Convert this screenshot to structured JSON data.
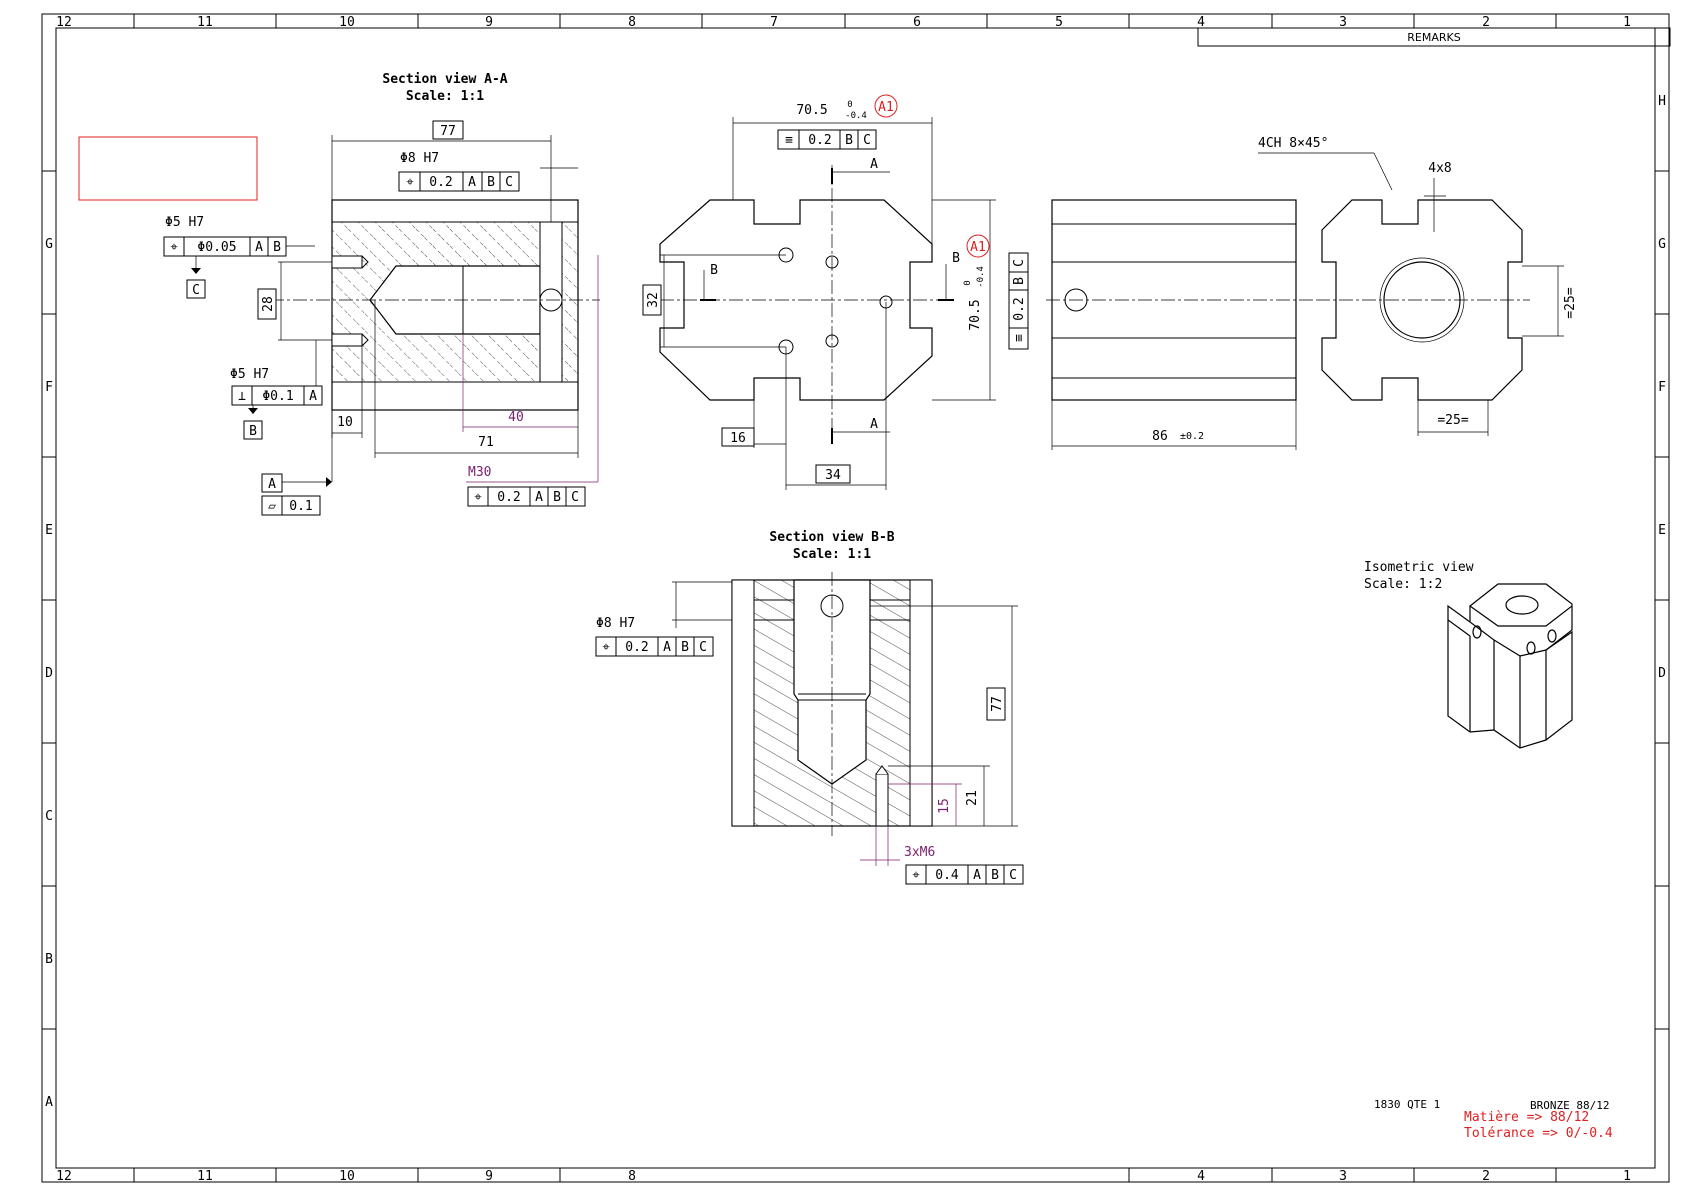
{
  "border": {
    "top_cols": [
      "12",
      "11",
      "10",
      "9",
      "8",
      "7",
      "6",
      "5",
      "4",
      "3",
      "2",
      "1"
    ],
    "bottom_cols": [
      "12",
      "11",
      "10",
      "9",
      "8",
      "4",
      "3",
      "2",
      "1"
    ],
    "rows": [
      "H",
      "G",
      "F",
      "E",
      "D",
      "C",
      "B",
      "A"
    ],
    "remarks": "REMARKS"
  },
  "section_aa": {
    "title": "Section view A-A",
    "scale": "Scale:  1:1",
    "dims": {
      "top": "77",
      "phi8": "Φ8 H7",
      "phi5a": "Φ5 H7",
      "phi5b": "Φ5 H7",
      "d28": "28",
      "d10": "10",
      "d40": "40",
      "d71": "71",
      "m30": "M30"
    },
    "fcf_top": [
      "⌖",
      "0.2",
      "A",
      "B",
      "C"
    ],
    "fcf_phi5a": [
      "⌖",
      "Φ0.05",
      "A",
      "B"
    ],
    "datum_c": "C",
    "fcf_phi5b": [
      "⊥",
      "Φ0.1",
      "A"
    ],
    "datum_b": "B",
    "datum_a": "A",
    "flatness": [
      "▱",
      "0.1"
    ],
    "fcf_m30": [
      "⌖",
      "0.2",
      "A",
      "B",
      "C"
    ]
  },
  "front_view": {
    "dim_top": "70.5",
    "tol_upper": "0",
    "tol_lower": "-0.4",
    "badge": "A1",
    "fcf_sym": [
      "≡",
      "0.2",
      "B",
      "C"
    ],
    "cut_a": "A",
    "cut_b": "B",
    "d32": "32",
    "dim_side": "70.5",
    "d16": "16",
    "d34": "34"
  },
  "side_view": {
    "d86": "86",
    "tol86": "±0.2"
  },
  "right_view": {
    "chamfer": "4CH  8×45°",
    "slot": "4x8",
    "d25v": "=25=",
    "d25h": "=25="
  },
  "section_bb": {
    "title": "Section view B-B",
    "scale": "Scale:  1:1",
    "phi8": "Φ8 H7",
    "fcf": [
      "⌖",
      "0.2",
      "A",
      "B",
      "C"
    ],
    "d77": "77",
    "d21": "21",
    "d15": "15",
    "m6": "3xM6",
    "fcf_m6": [
      "⌖",
      "0.4",
      "A",
      "B",
      "C"
    ]
  },
  "iso": {
    "title": "Isometric view",
    "scale": "Scale:  1:2"
  },
  "notes": {
    "qty": "1830 QTE 1",
    "material": "BRONZE 88/12",
    "matiere": "Matière => 88/12",
    "tolerance": "Tolérance => 0/-0.4"
  },
  "colors": {
    "line": "#000000",
    "red": "#e02020",
    "purple": "#7a1f6e"
  }
}
